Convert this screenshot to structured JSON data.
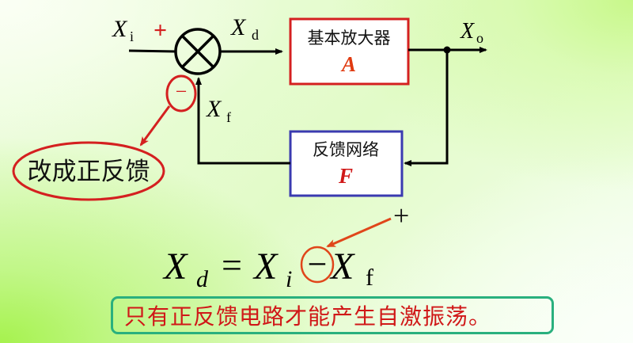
{
  "diagram": {
    "type": "block-diagram",
    "title": "Feedback loop: positive feedback for self-oscillation",
    "signals": {
      "input": {
        "base": "X",
        "sub": "i"
      },
      "error": {
        "base": "X",
        "sub": "d"
      },
      "output": {
        "base": "X",
        "sub": "o"
      },
      "feedback": {
        "base": "X",
        "sub": "f"
      }
    },
    "summing_junction": {
      "plus_sign": "+",
      "minus_sign": "−"
    },
    "amplifier_block": {
      "label": "基本放大器",
      "symbol": "A",
      "border_color": "#d42020"
    },
    "feedback_block": {
      "label": "反馈网络",
      "symbol": "F",
      "border_color": "#3a3ab0"
    },
    "annotation_callout": {
      "text": "改成正反馈",
      "color": "#d42020"
    },
    "equation": {
      "lhs_base": "X",
      "lhs_sub": "d",
      "equals": "=",
      "term1_base": "X",
      "term1_sub": "i",
      "operator": "−",
      "term2_base": "X",
      "term2_sub": "f",
      "replacement_sign": "+"
    },
    "note": {
      "text": "只有正反馈电路才能产生自激振荡。",
      "text_color": "#d01818",
      "border_color": "#2ab07e"
    },
    "colors": {
      "line": "#000000",
      "highlight_red": "#d42020",
      "arrow_orange": "#e0461a"
    }
  }
}
